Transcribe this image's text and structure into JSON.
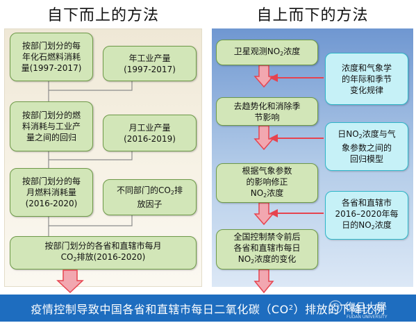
{
  "titles": {
    "left": "自下而上的方法",
    "right": "自上而下的方法"
  },
  "left": {
    "b1": [
      "按部门划分的每",
      "年化石燃料消耗",
      "量(1997-2017)"
    ],
    "b1s": [
      "年工业产量",
      "(1997-2017)"
    ],
    "b2": [
      "按部门划分的燃",
      "料消耗与工业产",
      "量之间的回归"
    ],
    "b2s": [
      "月工业产量",
      "(2016-2019)"
    ],
    "b3": [
      "按部门划分的每",
      "月燃料消耗量",
      "(2016-2020)"
    ],
    "b3s_pre": "不同部门的CO",
    "b3s_sub": "2",
    "b3s_post": "排",
    "b3s_line2": "放因子",
    "b4_line1": "按部门划分的各省和直辖市每月",
    "b4_pre": "CO",
    "b4_sub": "2",
    "b4_post": "排放(2016-2020)"
  },
  "right": {
    "r1_pre": "卫星观测NO",
    "r1_sub": "2",
    "r1_post": "浓度",
    "r1s": [
      "浓度和气象学",
      "的年际和季节",
      "变化规律"
    ],
    "r2": [
      "去趋势化和消除季",
      "节影响"
    ],
    "r2s_pre": "日NO",
    "r2s_sub": "2",
    "r2s_post": "浓度与气",
    "r2s_l2": "象参数之间的",
    "r2s_l3": "回归模型",
    "r3": [
      "根据气象参数",
      "的影响修正"
    ],
    "r3_pre": "NO",
    "r3_sub": "2",
    "r3_post": "浓度",
    "r3s": [
      "各省和直辖市",
      "2016–2020年每"
    ],
    "r3s_pre": "日的NO",
    "r3s_sub": "2",
    "r3s_post": "浓度",
    "r4": [
      "全国控制禁令前后",
      "各省和直辖市每日"
    ],
    "r4_pre": "NO",
    "r4_sub": "2",
    "r4_post": "浓度的变化"
  },
  "banner": {
    "pre": "疫情控制导致中国各省和直辖市每日二氧化碳（CO",
    "sub": "2",
    "post": "）排放的下降比例"
  },
  "logo": {
    "text": "復旦大學",
    "en": "FUDAN UNIVERSITY"
  },
  "colors": {
    "arrow": "#e6434f",
    "green": "#d2e6b8",
    "cyan": "#c6f1f7",
    "banner": "#1e6dbf"
  }
}
